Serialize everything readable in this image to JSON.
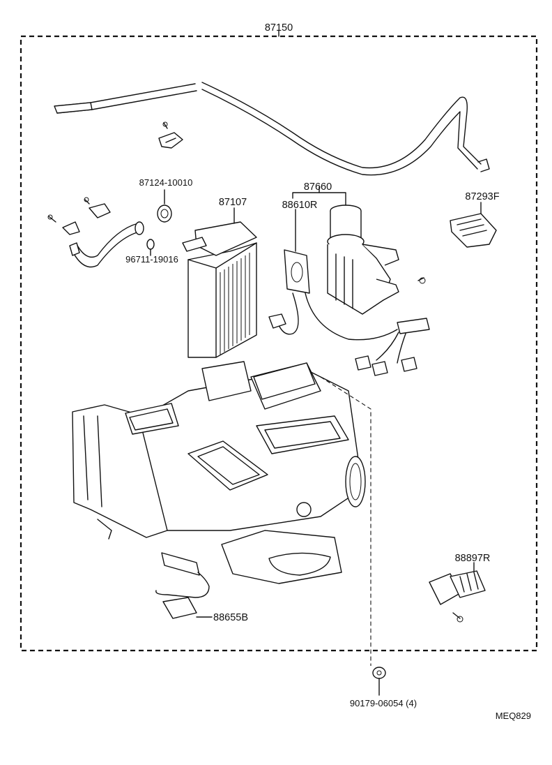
{
  "diagram": {
    "assembly_number": "87150",
    "part_labels": {
      "p87124": "87124-10010",
      "p96711": "96711-19016",
      "p87107": "87107",
      "p87660": "87660",
      "p88610": "88610R",
      "p87293": "87293F",
      "p88897": "88897R",
      "p88655": "88655B",
      "p90179": "90179-06054 (4)"
    },
    "drawing_code": "MEQ829"
  }
}
